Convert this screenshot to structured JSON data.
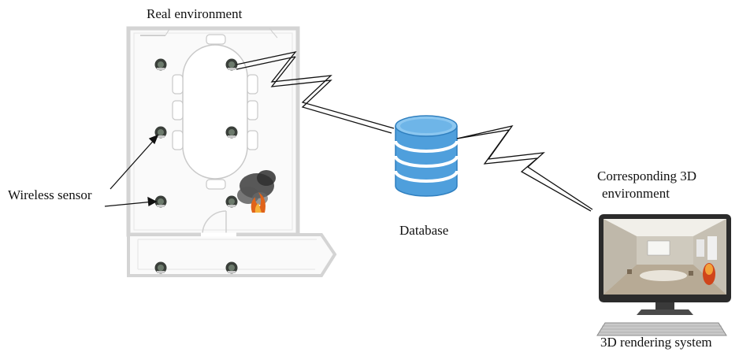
{
  "labels": {
    "real_environment": "Real environment",
    "wireless_sensor": "Wireless sensor",
    "database": "Database",
    "corresponding_3d_line1": "Corresponding 3D",
    "corresponding_3d_line2": "environment",
    "rendering_system": "3D rendering system"
  },
  "icons": {
    "sensor": "wireless-sensor-icon",
    "fire": "fire-smoke-icon",
    "database": "database-cylinder-icon",
    "computer": "desktop-computer-icon",
    "signal": "lightning-signal-icon"
  },
  "colors": {
    "database_fill": "#4f9fdc",
    "database_top": "#8cc7f0",
    "sensor": "#3a3f3a",
    "wall": "#d8d8d8",
    "monitor": "#2b2b2b",
    "fire": "#e0631a"
  }
}
